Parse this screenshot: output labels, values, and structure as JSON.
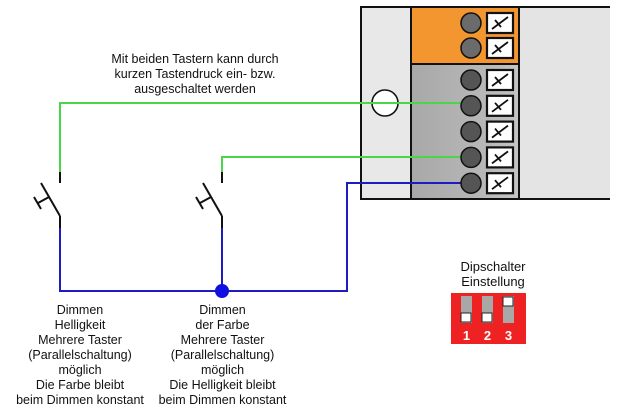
{
  "note": {
    "lines": [
      "Mit beiden Tastern kann durch",
      "kurzen Tastendruck ein- bzw.",
      "ausgeschaltet werden"
    ]
  },
  "captions": [
    {
      "lines": [
        "Dimmen",
        "Helligkeit",
        "Mehrere Taster",
        "(Parallelschaltung)",
        "möglich",
        "Die Farbe bleibt",
        "beim Dimmen konstant"
      ]
    },
    {
      "lines": [
        "Dimmen",
        "der Farbe",
        "Mehrere Taster",
        "(Parallelschaltung)",
        "möglich",
        "Die Helligkeit bleibt",
        "beim Dimmen konstant"
      ]
    }
  ],
  "dipswitch": {
    "title_lines": [
      "Dipschalter",
      "Einstellung"
    ],
    "switches": [
      {
        "label": "1",
        "state": "down"
      },
      {
        "label": "2",
        "state": "down"
      },
      {
        "label": "3",
        "state": "up"
      }
    ]
  },
  "device": {
    "terminals_top": 2,
    "terminals_bottom": 5,
    "wired_terminals": [
      {
        "index": 2,
        "wire": "green"
      },
      {
        "index": 4,
        "wire": "green"
      },
      {
        "index": 5,
        "wire": "blue"
      }
    ]
  },
  "colors": {
    "green_wire": "#4cd44c",
    "blue_wire": "#1c1cc0",
    "orange": "#f4962f",
    "gray_module": "#b4b4b4",
    "light_panel": "#e4e4e4",
    "dip_red": "#ee2222"
  }
}
